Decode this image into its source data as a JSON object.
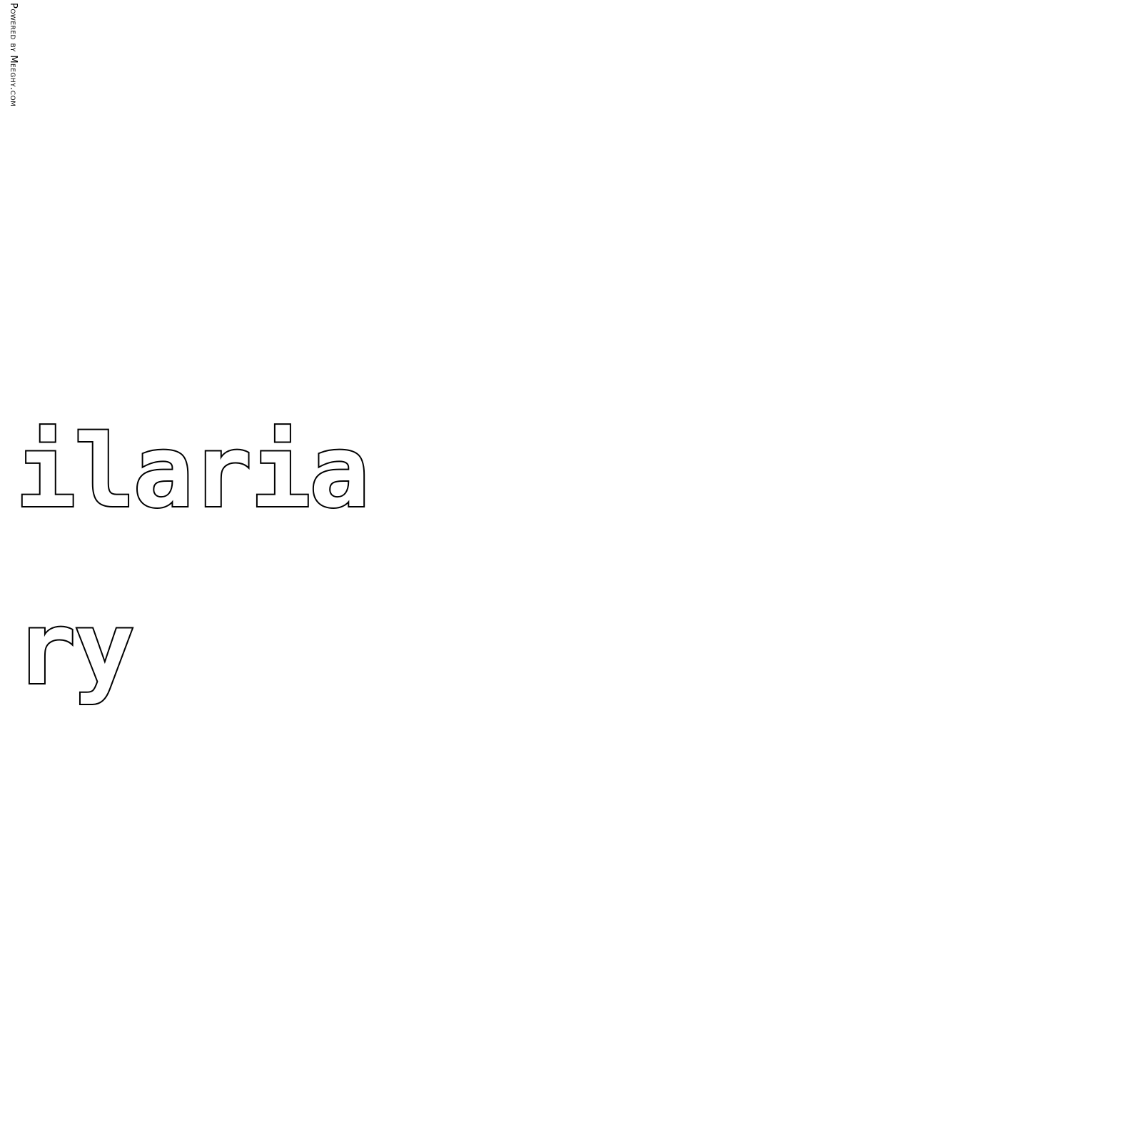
{
  "watermark": {
    "text": "Powered by Meeghy.com"
  },
  "name_art": {
    "line_1": "ilaria",
    "line_2": "ry"
  },
  "colors": {
    "background": "#ffffff",
    "outline": "#000000",
    "fill": "#ffffff"
  }
}
